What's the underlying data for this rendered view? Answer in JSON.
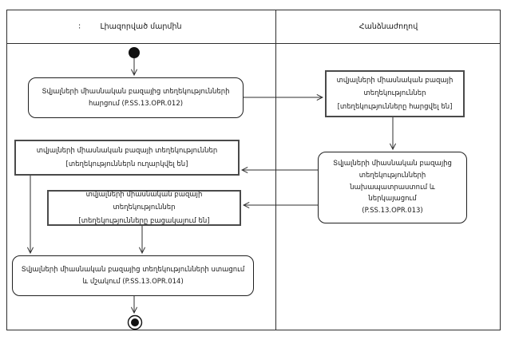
{
  "diagram": {
    "type": "uml-activity-swimlane",
    "colors": {
      "background": "#ffffff",
      "line": "#2e2e2e",
      "action_border": "#1f1f1f",
      "object_border": "#4a4a4a",
      "text": "#1a1a1a"
    },
    "lanes": [
      {
        "prefix": ":",
        "label": "Լիազորված մարմին"
      },
      {
        "prefix": "",
        "label": "Հանձնաժողով"
      }
    ],
    "nodes": {
      "action_request": {
        "label": "Տվյալների միասնական բազայից տեղեկությունների\nհարցում (P.SS.13.OPR.012)"
      },
      "object_requested": {
        "name": "տվյալների միասնական բազայի\nտեղեկություններ",
        "state": "[տեղեկությունները հարցվել են]"
      },
      "action_prepare": {
        "label": "Տվյալների միասնական բազայից\nտեղեկությունների\nնախապատրաստում և\nներկայացում\n(P.SS.13.OPR.013)"
      },
      "object_sent": {
        "name": "տվյալների միասնական բազայի տեղեկություններ",
        "state": "[տեղեկություններն ուղարկվել են]"
      },
      "object_missing": {
        "name": "տվյալների միասնական բազայի տեղեկություններ",
        "state": "[տեղեկությունները բացակայում են]"
      },
      "action_receive": {
        "label": "Տվյալների միասնական բազայից տեղեկությունների ստացում\nև մշակում (P.SS.13.OPR.014)"
      }
    }
  }
}
